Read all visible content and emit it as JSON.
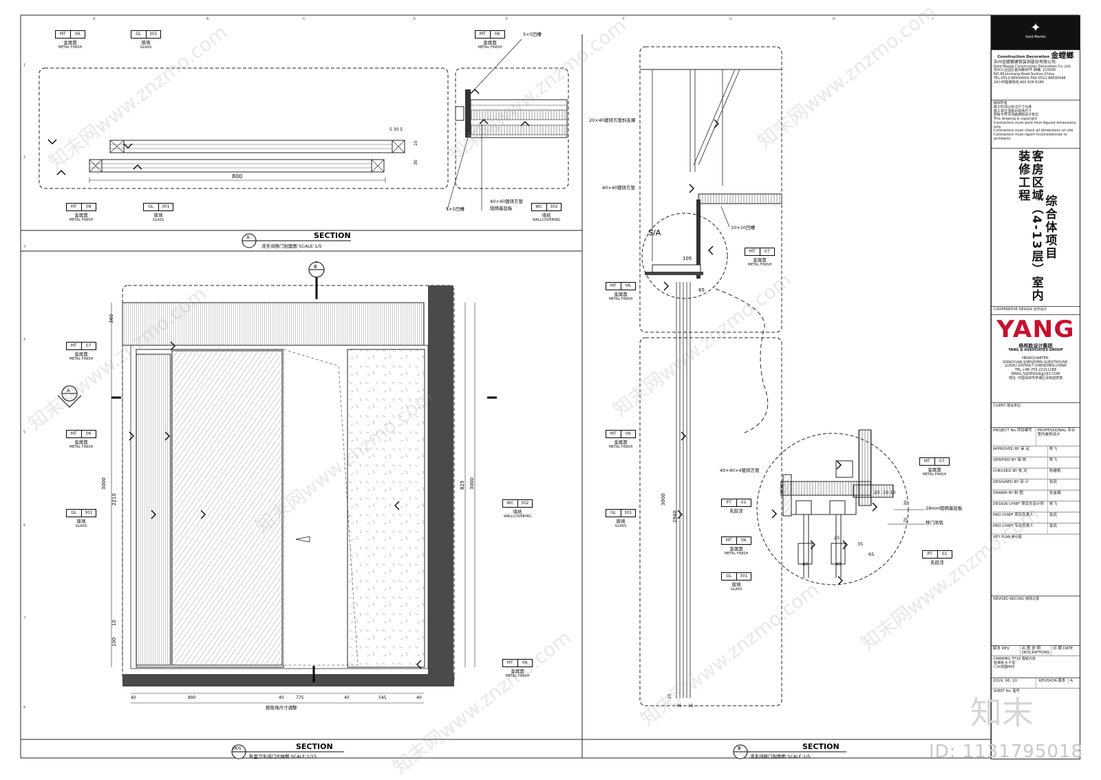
{
  "section_a": {
    "heading": "SECTION",
    "subtitle": "洗手间移门剖面图   SCALE:1/5",
    "tag": "A"
  },
  "section_m05": {
    "heading": "SECTION",
    "subtitle": "卧室卫生间门大样图   SCALE:1/15",
    "tag": "M05"
  },
  "section_b": {
    "heading": "SECTION",
    "subtitle": "洗手间移门剖面图   SCALE:1/5",
    "tag": "B"
  },
  "tags": {
    "mt06": {
      "code": "MT",
      "num": "06",
      "cn": "金属面",
      "en": "METAL FINISH"
    },
    "mt07": {
      "code": "MT",
      "num": "07",
      "cn": "金属面",
      "en": "METAL FINISH"
    },
    "mt08": {
      "code": "MT",
      "num": "08",
      "cn": "金属面",
      "en": "METAL FINISH"
    },
    "gl301": {
      "code": "GL",
      "num": "301",
      "cn": "玻璃",
      "en": "GLASS"
    },
    "wc302": {
      "code": "WC",
      "num": "302",
      "cn": "墙纸",
      "en": "WALLCOVERING"
    },
    "pt01": {
      "code": "PT",
      "num": "01",
      "cn": "乳胶漆",
      "en": ""
    }
  },
  "plan_notes": {
    "groove1": "5×5凹槽",
    "groove2": "5×5凹槽",
    "tube": "40×40镀锌方管",
    "board": "阻燃基层板",
    "width": "800",
    "dim_small": "5 30 5",
    "dim_a": "10",
    "dim_b": "30"
  },
  "elev_dims": {
    "top": "360",
    "h1": "3000",
    "h2": "2210",
    "right": "3000",
    "r2": "825",
    "b1": "40",
    "b2": "890",
    "b3": "40",
    "b4": "775",
    "b5": "40",
    "b6": "545",
    "b7": "40",
    "note": "按现场尺寸调整",
    "d100": "100",
    "d10": "10"
  },
  "section_notes": {
    "brace": "20×40镀锌方管斜支撑",
    "tube": "40×40镀锌方管",
    "groove": "10×10凹槽",
    "sa": "S/A",
    "d105": "105",
    "d65": "65",
    "h3000": "3000",
    "h2940": "2940",
    "d25": "25",
    "d35": "35",
    "d15": "15",
    "tube2": "40×40×4镀锌方管",
    "board": "18mm阻燃基层板",
    "rail": "移门吊轨",
    "d20": "20",
    "d10": "10 10",
    "d35b": "35",
    "d40": "40",
    "d65b": "65",
    "d25b": "25",
    "d30": "30",
    "d70": "70"
  },
  "titleblock": {
    "logo_small": "Gold Mantis",
    "company_a": "Construction Decoration",
    "company_b": "金螳螂",
    "company_cn": "苏州金螳螂建筑装饰股份有限公司",
    "company_en": "Gold Mantis Construction Decoration Co.,Ltd.",
    "address": "苏州工业园区金尚路99号  邮编: 215000",
    "address_en": "NO.99,Jinshang Road,Suzhou,China",
    "tel": "TEL:0512-68500000/ FAX:0512-68500046",
    "hotline": "24小时客服热线:400 826 6186",
    "copyright": [
      "版权所有",
      "施工时须以标注尺寸为准",
      "施工单位须核对现场尺寸",
      "如有不符须书面通知设计单位",
      "This drawing is copyright",
      "Contractors must work from figured dimensions only",
      "Contractors must check all dimensions on site",
      "Contractors must report inconsistencies to architects"
    ],
    "project_line1": "综合体项目",
    "project_line2": "客房区域（4-13层）室内装修工程",
    "coop": "COOPERATIVE DESIGN 合作设计",
    "yang": "YANG",
    "yang_cn": "杨邦胜设计集团",
    "yang_en": "YANG & ASSOCIATES GROUP",
    "hq": [
      "HEADQUARTER:",
      "SONGYUAN,SHENZHEN GUESTHOUSE,",
      "LUOHU DISTRICT,SHENZHEN,CHINA",
      "TEL:+86-755-22211188",
      "EMAIL:SSDESIGN@163.COM",
      "地址: 中国深圳市罗湖区深圳迎宾馆"
    ],
    "client": "CLIENT 建设单位",
    "project_no": "PROJECT No.项目编号",
    "professional": "PROFESSIONAL 专业",
    "professional_val": "室内装饰设计",
    "roles": [
      {
        "label": "APPROVED BY 审 定",
        "name": "陈飞"
      },
      {
        "label": "VERIFIED BY 审 核",
        "name": "陈飞"
      },
      {
        "label": "CHECKED BY 校 对",
        "name": "陈建帆"
      },
      {
        "label": "DESIGNED BY 设 计",
        "name": "张武"
      },
      {
        "label": "DRAWN BY 制 图",
        "name": "张金璐"
      },
      {
        "label": "DESIGN CHIEF 项目总设计师",
        "name": "陈飞"
      },
      {
        "label": "PRO CHIEF 项目负责人",
        "name": "张武"
      },
      {
        "label": "PRO CHIEF 专业负责人",
        "name": "张武"
      }
    ],
    "keyplan": "KEY PLAN 索引图",
    "revised": "REVISED RECORD 修改记录",
    "rev_cols": [
      "版本 REV",
      "出 图 说 明 DESCRIPTIONS",
      "日 期 DATE"
    ],
    "drawing_title": "DRAWING TITLE 图纸内容",
    "drawing_val": "标准房 A 户型",
    "drawing_no": "门大样图M05",
    "date": "2019. 06. 10",
    "revision": "REVISION 版本",
    "revision_val": "A",
    "sheet": "SHEET No. 图号"
  },
  "watermarks": [
    "知末网www.znzmo.com",
    "知末网www.znzmo.com",
    "知末网www.znzmo.com",
    "知末网www.znzmo.com",
    "知末网www.znzmo.com",
    "知末网www.znzmo.com"
  ],
  "id_mark": "ID: 1131795018",
  "zhi_mark": "知末"
}
